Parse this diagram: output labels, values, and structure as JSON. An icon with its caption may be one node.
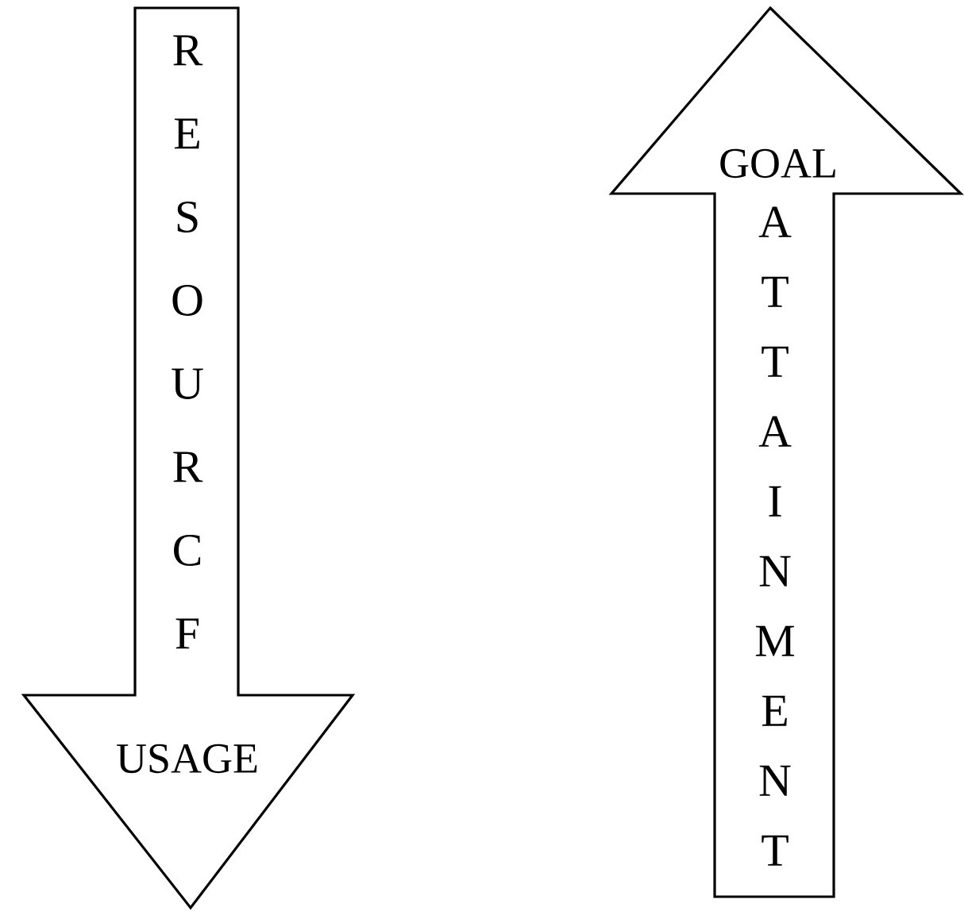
{
  "diagram": {
    "nodes": [
      {
        "text": [
          "RESOURCF",
          "USAGE"
        ]
      },
      {
        "text": [
          "GOAL",
          "ATTAINMENT"
        ]
      }
    ]
  }
}
